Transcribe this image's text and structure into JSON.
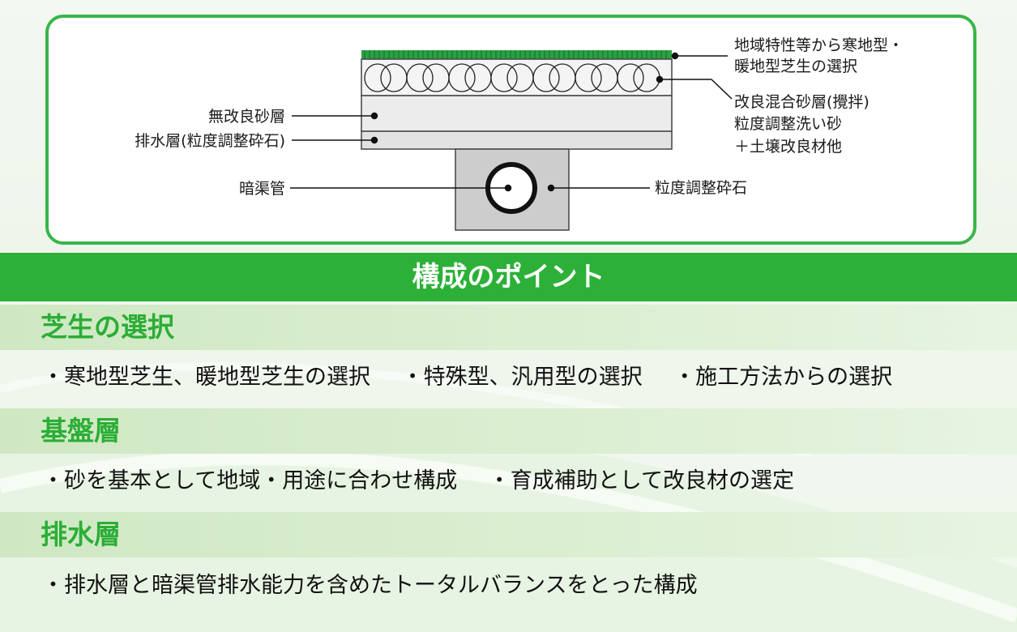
{
  "diagram": {
    "labels_right": {
      "turf_line1": "地域特性等から寒地型・",
      "turf_line2": "暖地型芝生の選択",
      "mix_line1": "改良混合砂層(攪拌)",
      "mix_line2": "粒度調整洗い砂",
      "mix_line3": "＋土壌改良材他",
      "gravel": "粒度調整砕石"
    },
    "labels_left": {
      "sand": "無改良砂層",
      "drain": "排水層(粒度調整砕石)",
      "pipe": "暗渠管"
    },
    "colors": {
      "frame": "#39b54a",
      "grass": "#2aa043",
      "layer": "#e8e8e8",
      "gravel": "#cfcfcf"
    }
  },
  "points": {
    "header": "構成のポイント",
    "sections": [
      {
        "title": "芝生の選択",
        "bullets": [
          "・寒地型芝生、暖地型芝生の選択",
          "・特殊型、汎用型の選択",
          "・施工方法からの選択"
        ]
      },
      {
        "title": "基盤層",
        "bullets": [
          "・砂を基本として地域・用途に合わせ構成",
          "・育成補助として改良材の選定"
        ]
      },
      {
        "title": "排水層",
        "bullets": [
          "・排水層と暗渠管排水能力を含めたトータルバランスをとった構成"
        ]
      }
    ]
  }
}
